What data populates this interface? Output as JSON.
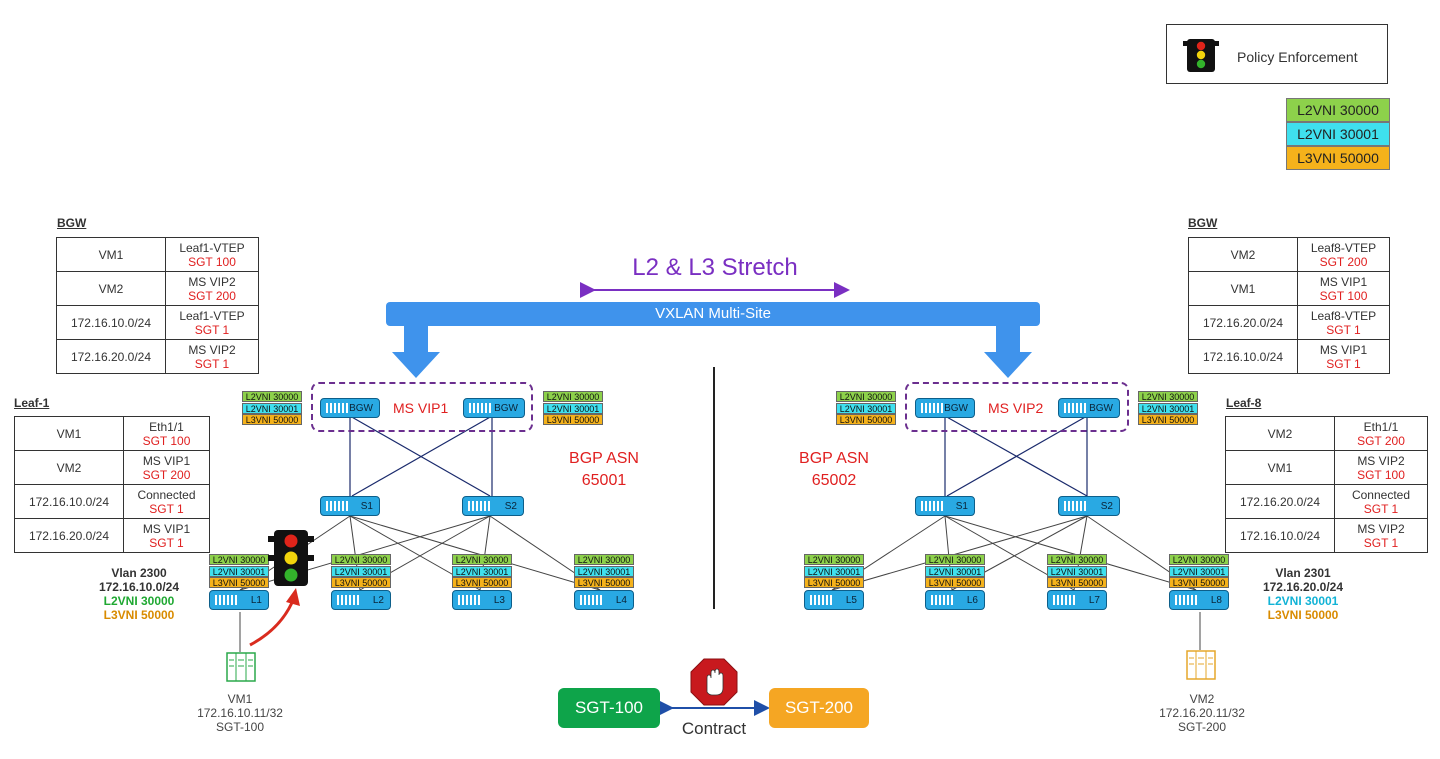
{
  "legend": {
    "label": "Policy Enforcement",
    "vni": [
      {
        "label": "L2VNI 30000",
        "color": "#8dd14b"
      },
      {
        "label": "L2VNI 30001",
        "color": "#3fe0ee"
      },
      {
        "label": "L3VNI 50000",
        "color": "#f5b21b"
      }
    ]
  },
  "stretch": {
    "label": "L2 & L3 Stretch",
    "banner": "VXLAN Multi-Site"
  },
  "vni_tags": {
    "l2a": "L2VNI 30000",
    "l2b": "L2VNI 30001",
    "l3": "L3VNI 50000"
  },
  "site1": {
    "asn_label": "BGP ASN",
    "asn": "65001",
    "vip": "MS VIP1",
    "bgw_table": {
      "title": "BGW",
      "rows": [
        {
          "k": "VM1",
          "v": "Leaf1-VTEP",
          "s": "SGT 100"
        },
        {
          "k": "VM2",
          "v": "MS VIP2",
          "s": "SGT 200"
        },
        {
          "k": "172.16.10.0/24",
          "v": "Leaf1-VTEP",
          "s": "SGT 1"
        },
        {
          "k": "172.16.20.0/24",
          "v": "MS VIP2",
          "s": "SGT 1"
        }
      ]
    },
    "leaf_table": {
      "title": "Leaf-1",
      "rows": [
        {
          "k": "VM1",
          "v": "Eth1/1",
          "s": "SGT 100"
        },
        {
          "k": "VM2",
          "v": "MS VIP1",
          "s": "SGT 200"
        },
        {
          "k": "172.16.10.0/24",
          "v": "Connected",
          "s": "SGT 1"
        },
        {
          "k": "172.16.20.0/24",
          "v": "MS VIP1",
          "s": "SGT 1"
        }
      ]
    },
    "bgws": [
      "BGW",
      "BGW"
    ],
    "spines": [
      "S1",
      "S2"
    ],
    "leaves": [
      "L1",
      "L2",
      "L3",
      "L4"
    ],
    "vlan": {
      "vlan": "Vlan 2300",
      "subnet": "172.16.10.0/24",
      "l2": "L2VNI 30000",
      "l3": "L3VNI 50000"
    },
    "vm": {
      "name": "VM1",
      "ip": "172.16.10.11/32",
      "sgt": "SGT-100"
    }
  },
  "site2": {
    "asn_label": "BGP ASN",
    "asn": "65002",
    "vip": "MS VIP2",
    "bgw_table": {
      "title": "BGW",
      "rows": [
        {
          "k": "VM2",
          "v": "Leaf8-VTEP",
          "s": "SGT 200"
        },
        {
          "k": "VM1",
          "v": "MS VIP1",
          "s": "SGT 100"
        },
        {
          "k": "172.16.20.0/24",
          "v": "Leaf8-VTEP",
          "s": "SGT 1"
        },
        {
          "k": "172.16.10.0/24",
          "v": "MS VIP1",
          "s": "SGT 1"
        }
      ]
    },
    "leaf_table": {
      "title": "Leaf-8",
      "rows": [
        {
          "k": "VM2",
          "v": "Eth1/1",
          "s": "SGT 200"
        },
        {
          "k": "VM1",
          "v": "MS VIP2",
          "s": "SGT 100"
        },
        {
          "k": "172.16.20.0/24",
          "v": "Connected",
          "s": "SGT 1"
        },
        {
          "k": "172.16.10.0/24",
          "v": "MS VIP2",
          "s": "SGT 1"
        }
      ]
    },
    "bgws": [
      "BGW",
      "BGW"
    ],
    "spines": [
      "S1",
      "S2"
    ],
    "leaves": [
      "L5",
      "L6",
      "L7",
      "L8"
    ],
    "vlan": {
      "vlan": "Vlan 2301",
      "subnet": "172.16.20.0/24",
      "l2": "L2VNI 30001",
      "l3": "L3VNI 50000"
    },
    "vm": {
      "name": "VM2",
      "ip": "172.16.20.11/32",
      "sgt": "SGT-200"
    }
  },
  "contract": {
    "left": "SGT-100",
    "right": "SGT-200",
    "label": "Contract"
  }
}
